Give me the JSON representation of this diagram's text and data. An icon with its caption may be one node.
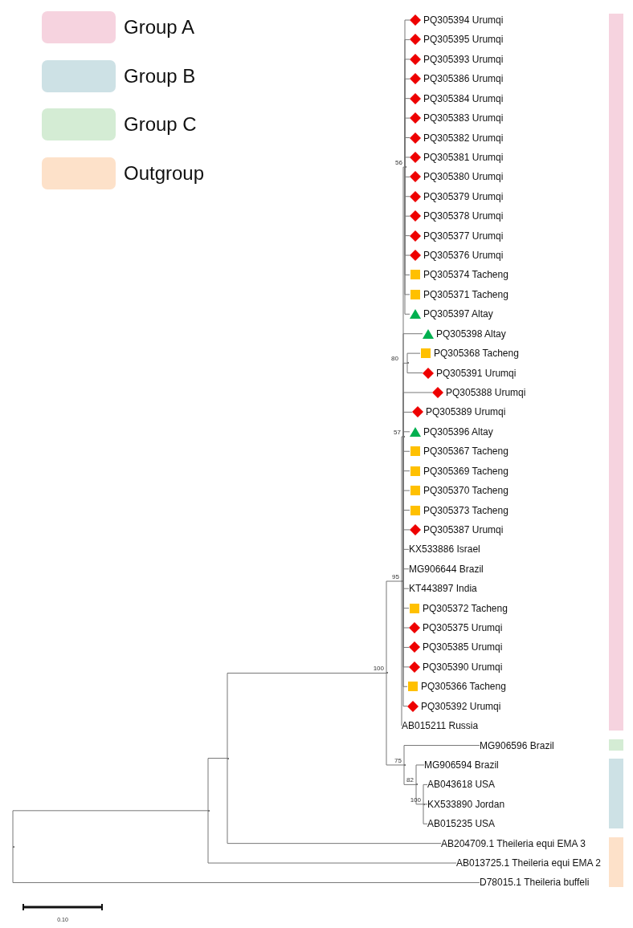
{
  "diagram": {
    "nodes": [
      {
        "text": [],
        "shape": "diamond"
      },
      {
        "text": [
          "PQ305394 Urumqi"
        ]
      },
      {
        "text": [],
        "shape": "diamond"
      },
      {
        "text": [
          "PQ305395 Urumqi"
        ]
      },
      {
        "text": [],
        "shape": "diamond"
      },
      {
        "text": [
          "PQ305393 Urumqi"
        ]
      },
      {
        "text": [],
        "shape": "diamond"
      },
      {
        "text": [
          "PQ305386 Urumqi"
        ]
      },
      {
        "text": [],
        "shape": "diamond"
      },
      {
        "text": [
          "PQ305384 Urumqi"
        ]
      },
      {
        "text": [],
        "shape": "diamond"
      },
      {
        "text": [
          "PQ305383 Urumqi"
        ]
      },
      {
        "text": [],
        "shape": "diamond"
      },
      {
        "text": [
          "PQ305382 Urumqi"
        ]
      },
      {
        "text": [],
        "shape": "diamond"
      },
      {
        "text": [
          "PQ305381 Urumqi"
        ]
      },
      {
        "text": [],
        "shape": "diamond"
      },
      {
        "text": [
          "PQ305380 Urumqi"
        ]
      },
      {
        "text": [],
        "shape": "diamond"
      },
      {
        "text": [
          "PQ305379 Urumqi"
        ]
      },
      {
        "text": [],
        "shape": "diamond"
      },
      {
        "text": [
          "PQ305378 Urumqi"
        ]
      },
      {
        "text": [],
        "shape": "diamond"
      },
      {
        "text": [
          "PQ305377 Urumqi"
        ]
      },
      {
        "text": [],
        "shape": "diamond"
      },
      {
        "text": [
          "PQ305376 Urumqi"
        ]
      },
      {
        "text": [],
        "shape": "square"
      },
      {
        "text": [
          "PQ305374 Tacheng"
        ]
      },
      {
        "text": [],
        "shape": "square"
      },
      {
        "text": [
          "PQ305371 Tacheng"
        ]
      },
      {
        "text": [],
        "shape": "triangle"
      },
      {
        "text": [
          "PQ305397 Altay"
        ]
      },
      {
        "text": [],
        "shape": "triangle"
      },
      {
        "text": [
          "PQ305398 Altay"
        ]
      },
      {
        "text": [],
        "shape": "square"
      },
      {
        "text": [
          "PQ305368 Tacheng"
        ]
      },
      {
        "text": [],
        "shape": "diamond"
      },
      {
        "text": [
          "PQ305391 Urumqi"
        ]
      },
      {
        "text": [],
        "shape": "diamond"
      },
      {
        "text": [
          "PQ305388 Urumqi"
        ]
      },
      {
        "text": [],
        "shape": "diamond"
      },
      {
        "text": [
          "PQ305389 Urumqi"
        ]
      },
      {
        "text": [],
        "shape": "triangle"
      },
      {
        "text": [
          "PQ305396 Altay"
        ]
      },
      {
        "text": [],
        "shape": "square"
      },
      {
        "text": [
          "PQ305367 Tacheng"
        ]
      },
      {
        "text": [],
        "shape": "square"
      },
      {
        "text": [
          "PQ305369 Tacheng"
        ]
      },
      {
        "text": [],
        "shape": "square"
      },
      {
        "text": [
          "PQ305370 Tacheng"
        ]
      },
      {
        "text": [],
        "shape": "square"
      },
      {
        "text": [
          "PQ305373 Tacheng"
        ]
      },
      {
        "text": [],
        "shape": "diamond"
      },
      {
        "text": [
          "PQ305387 Urumqi"
        ]
      },
      {
        "text": [
          "KX533886 Israel"
        ]
      },
      {
        "text": [
          "MG906644 Brazil"
        ]
      },
      {
        "text": [
          "KT443897 India"
        ]
      },
      {
        "text": [],
        "shape": "square"
      },
      {
        "text": [
          "PQ305372 Tacheng"
        ]
      },
      {
        "text": [],
        "shape": "diamond"
      },
      {
        "text": [
          "PQ305375 Urumqi"
        ]
      },
      {
        "text": [],
        "shape": "diamond"
      },
      {
        "text": [
          "PQ305385 Urumqi"
        ]
      },
      {
        "text": [],
        "shape": "diamond"
      },
      {
        "text": [
          "PQ305390 Urumqi"
        ]
      },
      {
        "text": [],
        "shape": "square"
      },
      {
        "text": [
          "PQ305366 Tacheng"
        ]
      },
      {
        "text": [],
        "shape": "diamond"
      },
      {
        "text": [
          "PQ305392 Urumqi"
        ]
      },
      {
        "text": [
          "AB015211 Russia"
        ]
      },
      {
        "text": [
          "MG906596 Brazil"
        ]
      },
      {
        "text": [
          "MG906594 Brazil"
        ]
      },
      {
        "text": [
          "AB043618 USA"
        ]
      },
      {
        "text": [
          "KX533890 Jordan"
        ]
      },
      {
        "text": [
          "AB015235 USA"
        ]
      },
      {
        "text": [
          "AB204709.1 Theileria equi EMA 3"
        ]
      },
      {
        "text": [
          "AB013725.1 Theileria equi EMA 2"
        ]
      },
      {
        "text": [
          "D78015.1 Theileria buffeli"
        ]
      },
      {
        "text": [],
        "shape": "point"
      },
      {
        "text": [],
        "shape": "point"
      },
      {
        "text": [],
        "shape": "point"
      },
      {
        "text": [],
        "shape": "point",
        "beside": [
          "100"
        ]
      },
      {
        "text": [],
        "shape": "point",
        "beside": [
          "95"
        ]
      },
      {
        "text": [],
        "shape": "point",
        "beside": [
          "57"
        ]
      },
      {
        "text": [],
        "shape": "point",
        "beside": [
          "56"
        ]
      },
      {
        "text": [],
        "shape": "point",
        "beside": [
          "75"
        ]
      },
      {
        "text": [],
        "shape": "point",
        "beside": [
          "80"
        ]
      },
      {
        "text": [],
        "shape": "point",
        "beside": [
          "82"
        ]
      },
      {
        "text": [],
        "shape": "point",
        "beside": [
          "100"
        ]
      },
      {
        "text": [],
        "shape": "bar"
      },
      {
        "text": [],
        "shape": "bar"
      },
      {
        "text": [],
        "shape": "bar"
      },
      {
        "text": [],
        "shape": "bar"
      }
    ],
    "edges": [
      {
        "from": 78,
        "to": 79,
        "arrow": "none"
      },
      {
        "from": 78,
        "to": 77,
        "arrow": "none"
      },
      {
        "from": 79,
        "to": 80,
        "arrow": "none"
      },
      {
        "from": 79,
        "to": 76,
        "arrow": "none"
      },
      {
        "from": 80,
        "to": 81,
        "arrow": "none"
      },
      {
        "from": 80,
        "to": 75,
        "arrow": "none"
      },
      {
        "from": 81,
        "to": 82,
        "arrow": "none"
      },
      {
        "from": 81,
        "to": 85,
        "arrow": "none"
      },
      {
        "from": 82,
        "to": 83,
        "arrow": "none"
      },
      {
        "from": 82,
        "to": 69,
        "arrow": "none"
      },
      {
        "from": 83,
        "to": 84,
        "arrow": "none"
      },
      {
        "from": 83,
        "to": 32,
        "arrow": "none"
      },
      {
        "from": 83,
        "to": 86,
        "arrow": "none"
      },
      {
        "from": 83,
        "to": 38,
        "arrow": "none"
      },
      {
        "from": 83,
        "to": 40,
        "arrow": "none"
      },
      {
        "from": 83,
        "to": 42,
        "arrow": "none"
      },
      {
        "from": 83,
        "to": 44,
        "arrow": "none"
      },
      {
        "from": 83,
        "to": 46,
        "arrow": "none"
      },
      {
        "from": 83,
        "to": 48,
        "arrow": "none"
      },
      {
        "from": 83,
        "to": 50,
        "arrow": "none"
      },
      {
        "from": 83,
        "to": 52,
        "arrow": "none"
      },
      {
        "from": 83,
        "to": 54,
        "arrow": "none"
      },
      {
        "from": 83,
        "to": 55,
        "arrow": "none"
      },
      {
        "from": 83,
        "to": 56,
        "arrow": "none"
      },
      {
        "from": 83,
        "to": 57,
        "arrow": "none"
      },
      {
        "from": 83,
        "to": 59,
        "arrow": "none"
      },
      {
        "from": 83,
        "to": 61,
        "arrow": "none"
      },
      {
        "from": 83,
        "to": 63,
        "arrow": "none"
      },
      {
        "from": 83,
        "to": 65,
        "arrow": "none"
      },
      {
        "from": 83,
        "to": 67,
        "arrow": "none"
      },
      {
        "from": 84,
        "to": 0,
        "arrow": "none"
      },
      {
        "from": 84,
        "to": 2,
        "arrow": "none"
      },
      {
        "from": 84,
        "to": 4,
        "arrow": "none"
      },
      {
        "from": 84,
        "to": 6,
        "arrow": "none"
      },
      {
        "from": 84,
        "to": 8,
        "arrow": "none"
      },
      {
        "from": 84,
        "to": 10,
        "arrow": "none"
      },
      {
        "from": 84,
        "to": 12,
        "arrow": "none"
      },
      {
        "from": 84,
        "to": 14,
        "arrow": "none"
      },
      {
        "from": 84,
        "to": 16,
        "arrow": "none"
      },
      {
        "from": 84,
        "to": 18,
        "arrow": "none"
      },
      {
        "from": 84,
        "to": 20,
        "arrow": "none"
      },
      {
        "from": 84,
        "to": 22,
        "arrow": "none"
      },
      {
        "from": 84,
        "to": 24,
        "arrow": "none"
      },
      {
        "from": 84,
        "to": 26,
        "arrow": "none"
      },
      {
        "from": 84,
        "to": 28,
        "arrow": "none"
      },
      {
        "from": 84,
        "to": 30,
        "arrow": "none"
      },
      {
        "from": 86,
        "to": 34,
        "arrow": "none"
      },
      {
        "from": 86,
        "to": 36,
        "arrow": "none"
      },
      {
        "from": 85,
        "to": 70,
        "arrow": "none"
      },
      {
        "from": 85,
        "to": 87,
        "arrow": "none"
      },
      {
        "from": 87,
        "to": 71,
        "arrow": "none"
      },
      {
        "from": 87,
        "to": 88,
        "arrow": "none"
      },
      {
        "from": 88,
        "to": 72,
        "arrow": "none"
      },
      {
        "from": 88,
        "to": 73,
        "arrow": "none"
      },
      {
        "from": 88,
        "to": 74,
        "arrow": "none"
      }
    ],
    "labels": [
      "0.10"
    ],
    "legend": [
      {
        "text": "Group A",
        "color": "#f6d3df"
      },
      {
        "text": "Group B",
        "color": "#cde1e5"
      },
      {
        "text": "Group C",
        "color": "#d4ecd4"
      },
      {
        "text": "Outgroup",
        "color": "#fde1c9"
      }
    ]
  }
}
